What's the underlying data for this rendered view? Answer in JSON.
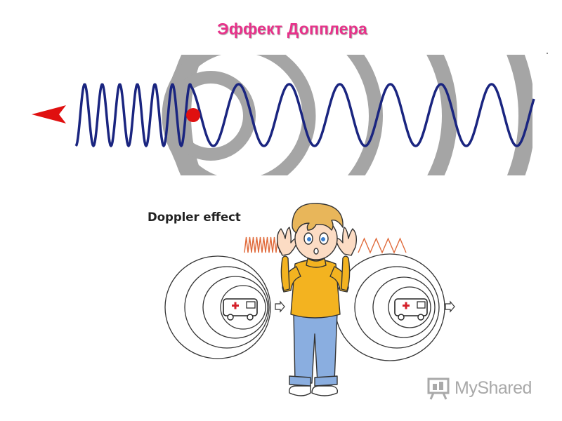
{
  "slide": {
    "title": "Эффект Допплера",
    "caption": "Doppler effect"
  },
  "colors": {
    "title": "#e8318a",
    "wave": "#1a2580",
    "rings": "#a5a5a5",
    "source_dot": "#e01010",
    "direction_arrow": "#e01010",
    "heard_wave": "#e06a3a",
    "watermark": "#a9a9a9"
  },
  "watermark": {
    "text": "MyShared",
    "icon": "presentation-board-icon"
  }
}
